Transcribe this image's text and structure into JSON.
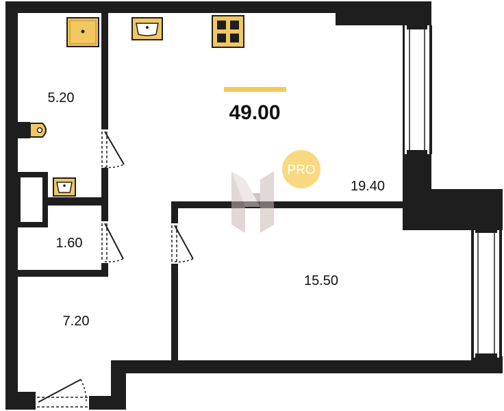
{
  "plan": {
    "total_area": "49.00",
    "badge": "PRO",
    "rooms": [
      {
        "id": "bathroom",
        "area": "5.20"
      },
      {
        "id": "wc",
        "area": "1.60"
      },
      {
        "id": "hallway",
        "area": "7.20"
      },
      {
        "id": "kitchen-living",
        "area": "19.40"
      },
      {
        "id": "bedroom",
        "area": "15.50"
      }
    ],
    "fixtures": [
      "shower-tray-icon",
      "washbasin-icon",
      "stove-icon",
      "toilet-icon",
      "small-sink-icon"
    ],
    "colors": {
      "wall": "#1e1e1e",
      "fixture_fill": "#f3c760",
      "fixture_stroke": "#b8892a",
      "accent_bar": "#f6c85a",
      "badge": "#f8d981",
      "watermark": "#c9b8b8"
    }
  }
}
